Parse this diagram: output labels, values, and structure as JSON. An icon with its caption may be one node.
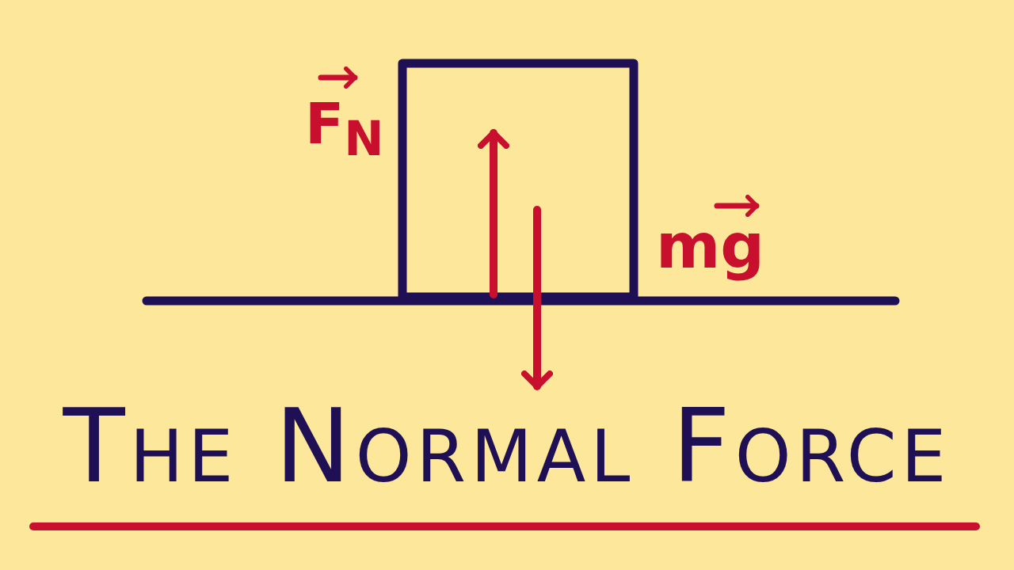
{
  "diagram": {
    "title": "The Normal Force",
    "labels": [
      "F$_{N}$",
      "mg"
    ]
  }
}
